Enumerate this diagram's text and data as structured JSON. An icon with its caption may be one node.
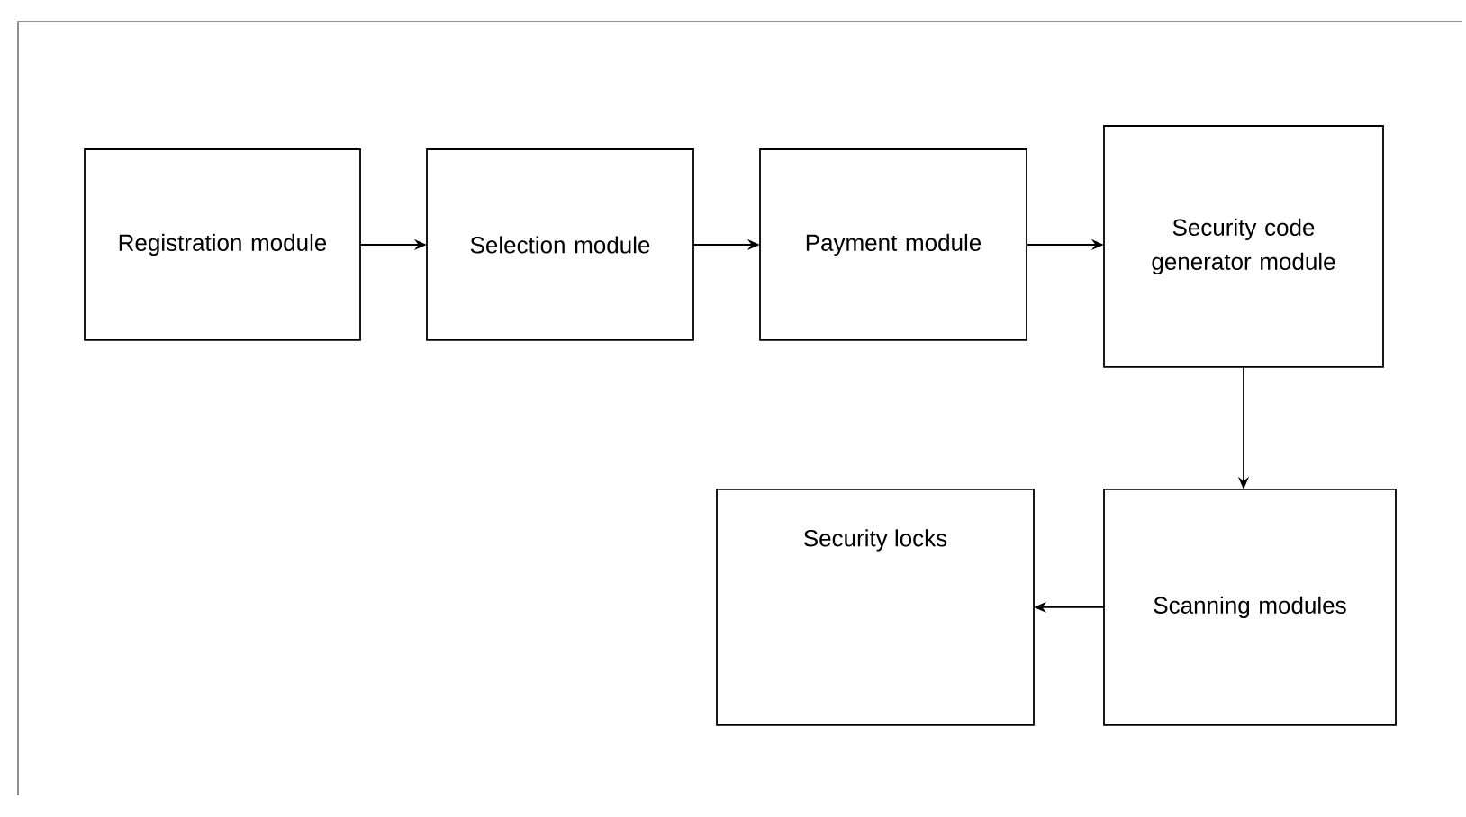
{
  "diagram": {
    "nodes": [
      {
        "text": [
          "Registration module"
        ]
      },
      {
        "text": [
          "Selection module"
        ]
      },
      {
        "text": [
          "Payment module"
        ]
      },
      {
        "text": [
          "Security code generator module"
        ]
      },
      {
        "text": [
          "Scanning modules"
        ]
      },
      {
        "text": [
          "Security locks"
        ]
      }
    ],
    "edges": [
      {
        "from": 0,
        "to": 1,
        "arrow": "to"
      },
      {
        "from": 1,
        "to": 2,
        "arrow": "to"
      },
      {
        "from": 2,
        "to": 3,
        "arrow": "to"
      },
      {
        "from": 3,
        "to": 4,
        "arrow": "to"
      },
      {
        "from": 4,
        "to": 5,
        "arrow": "to"
      }
    ]
  }
}
